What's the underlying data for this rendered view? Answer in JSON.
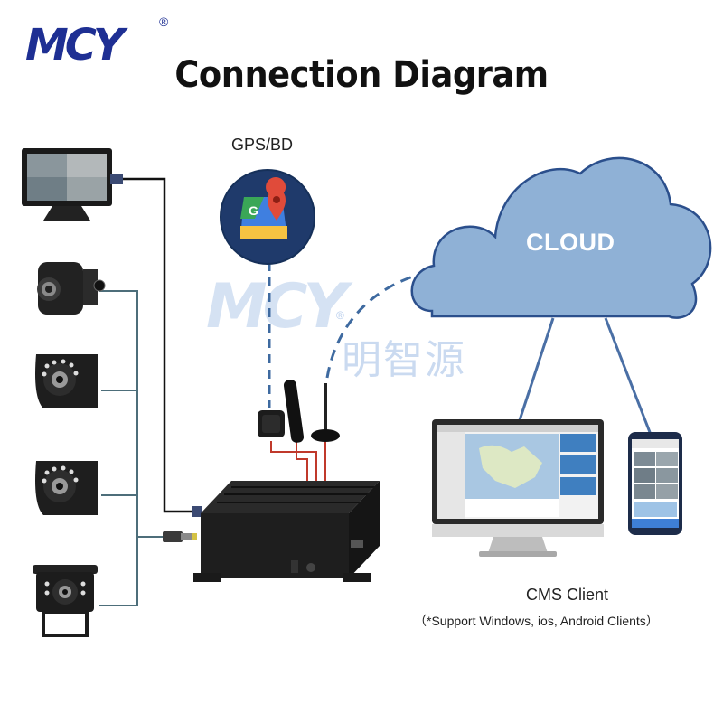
{
  "logo": {
    "text": "MCY",
    "registered_mark": "®"
  },
  "title": "Connection Diagram",
  "gps_label": "GPS/BD",
  "cloud_label": "CLOUD",
  "cms_label": "CMS Client",
  "support_note": "（*Support Windows, ios, Android Clients）",
  "watermark": {
    "text": "MCY",
    "registered_mark": "®",
    "chinese": "明智源"
  },
  "devices_left": [
    "monitor",
    "fisheye-camera",
    "side-camera-1",
    "side-camera-2",
    "rear-camera"
  ],
  "colors": {
    "brand_blue": "#1e2f93",
    "brand_yellow": "#c9d92a",
    "cloud_fill": "#8fb1d6",
    "cloud_stroke": "#2b4f8c",
    "link_blue": "#4a6fa5",
    "dashed_link": "#3e6aa0",
    "cable_red": "#c0392b",
    "map_red": "#e04b3a",
    "map_blue": "#3f7fe0",
    "map_green": "#3aa757",
    "map_yellow": "#f6c342"
  }
}
